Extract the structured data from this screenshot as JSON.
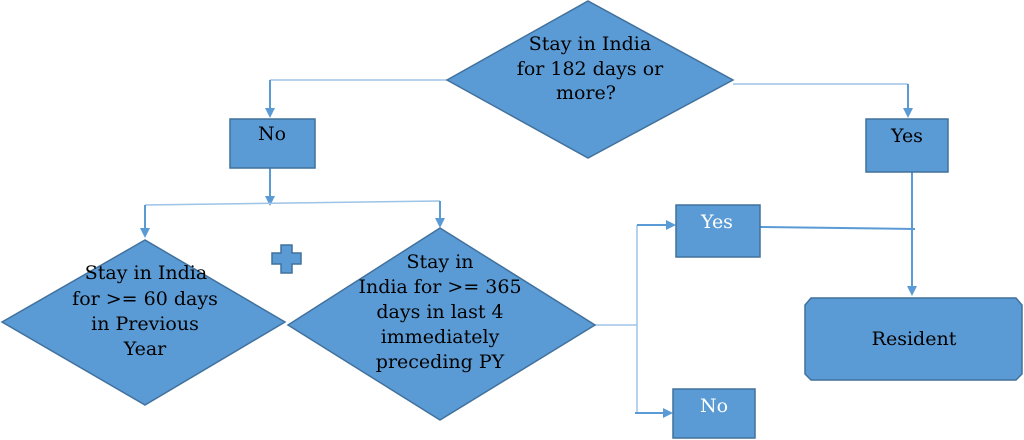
{
  "colors": {
    "fill": "#5b9bd5",
    "stroke": "#41719c",
    "connector": "#5b9bd5"
  },
  "nodes": {
    "q1": {
      "lines": [
        "Stay in India",
        "for 182 days or",
        "more?"
      ]
    },
    "no1": {
      "label": "No"
    },
    "yes1": {
      "label": "Yes"
    },
    "q2": {
      "lines": [
        "Stay  in   India",
        "for >= 60 days",
        "in Previous",
        "Year"
      ]
    },
    "plus": {
      "icon": "plus-icon"
    },
    "q3": {
      "lines": [
        "Stay in",
        "India for >= 365",
        "days in last 4",
        "immediately",
        "preceding PY"
      ]
    },
    "yes2": {
      "label": "Yes"
    },
    "no2": {
      "label": "No"
    },
    "resident": {
      "label": "Resident"
    }
  }
}
